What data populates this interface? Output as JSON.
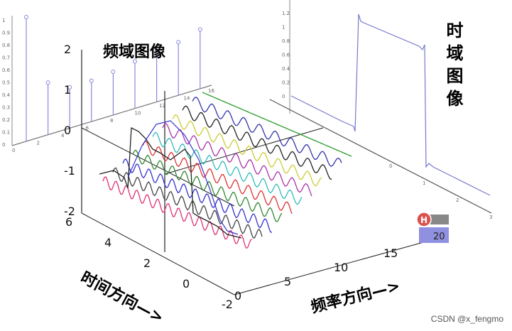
{
  "labels": {
    "freq_domain": "频域图像",
    "time_domain": "时域图像",
    "time_direction": "时间方向—>",
    "freq_direction": "频率方向—>"
  },
  "axes": {
    "vertical_ticks": [
      "2",
      "1",
      "0",
      "-1",
      "-2"
    ],
    "time_ticks": [
      "6",
      "4",
      "2",
      "0",
      "-2"
    ],
    "freq_ticks": [
      "0",
      "5",
      "10",
      "15"
    ],
    "spectrum_y_ticks": [
      "0",
      "0.1",
      "0.2",
      "0.3",
      "0.4",
      "0.5",
      "0.6",
      "0.7",
      "0.8",
      "0.9",
      "1"
    ],
    "spectrum_x_ticks": [
      "0",
      "2",
      "4",
      "6",
      "8",
      "10",
      "12",
      "14",
      "16"
    ],
    "time_y_ticks": [
      "0",
      "0.2",
      "0.4",
      "0.6",
      "0.8",
      "1",
      "1.2"
    ],
    "time_x_ticks": [
      "0",
      "1",
      "2",
      "3"
    ]
  },
  "badge": {
    "letter": "H",
    "value": "20"
  },
  "watermark": "CSDN @x_fengmo",
  "colors": {
    "spectrum": "#8888dd",
    "square_wave": "#7777cc",
    "badge": "#d9534f",
    "waves": [
      "#2a9d2a",
      "#3333aa",
      "#222222",
      "#cccc33",
      "#aa33aa",
      "#33bbbb",
      "#dd3333",
      "#338833",
      "#3333cc",
      "#444444",
      "#dd3377"
    ]
  }
}
